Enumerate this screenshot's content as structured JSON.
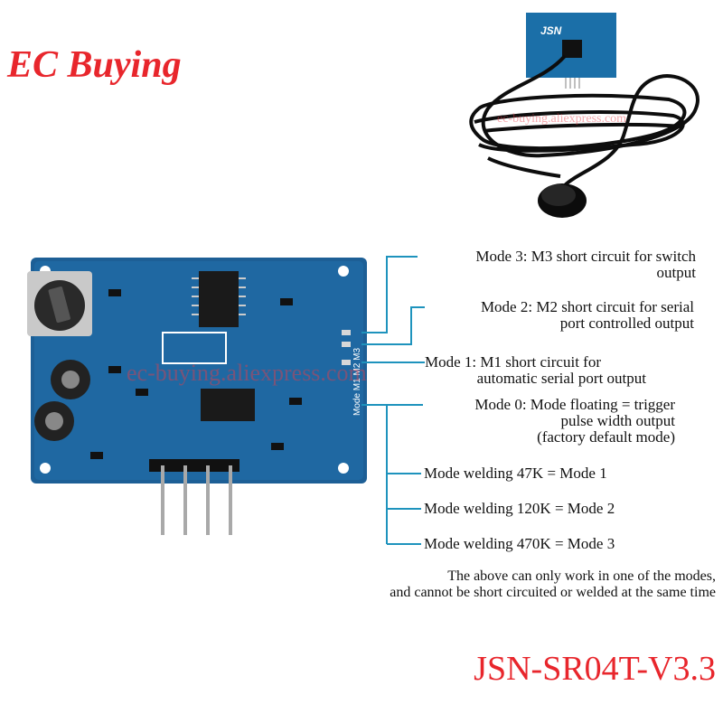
{
  "brand": "EC Buying",
  "model": "JSN-SR04T-V3.3",
  "watermark": "ec-buying.aliexpress.com",
  "board_labels": {
    "logo": "JSN",
    "pads": "Mode M1 M2 M3"
  },
  "modes": [
    {
      "line1": "Mode 3: M3 short circuit for switch",
      "line2": "output"
    },
    {
      "line1": "Mode 2: M2 short circuit for serial",
      "line2": "port controlled output"
    },
    {
      "line1": "Mode 1: M1 short circuit for",
      "line2": "automatic serial port output"
    },
    {
      "line1": "Mode 0: Mode floating = trigger",
      "line2": "pulse width output",
      "line3": "(factory default mode)"
    }
  ],
  "welding": [
    "Mode welding 47K = Mode 1",
    "Mode welding 120K = Mode 2",
    "Mode welding 470K = Mode 3"
  ],
  "note": {
    "line1": "The above can only work in one of the modes,",
    "line2": "and cannot be short circuited or welded at the same time"
  },
  "colors": {
    "accent_red": "#e8262c",
    "leader_line": "#1e93bd",
    "pcb_blue": "#1d5f96"
  }
}
